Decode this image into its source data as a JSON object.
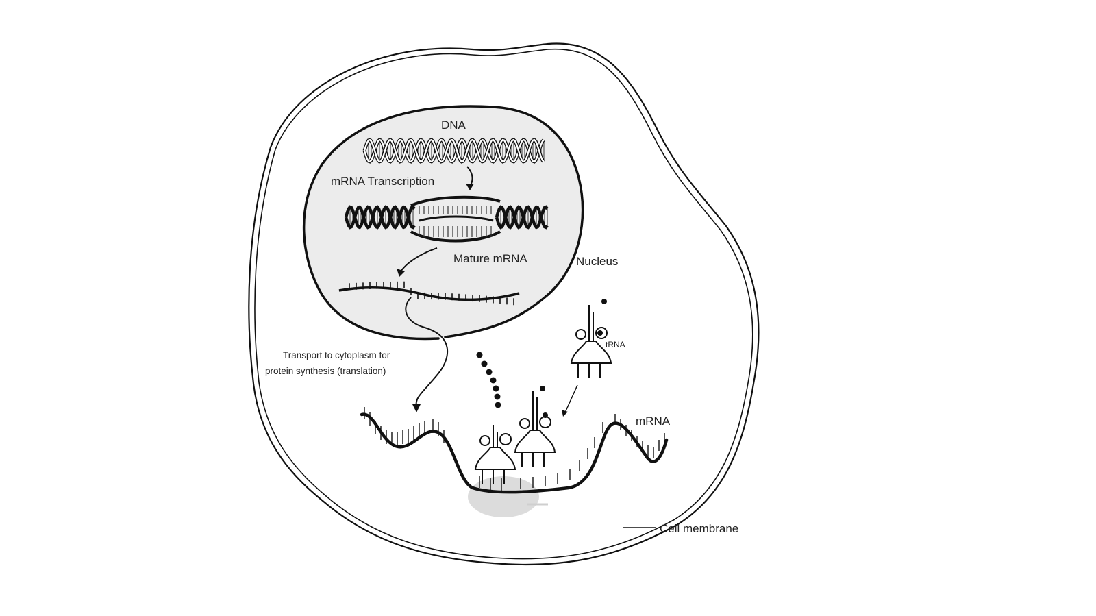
{
  "diagram": {
    "labels": {
      "dna": "DNA",
      "transcription": "mRNA Transcription",
      "mature_mrna": "Mature mRNA",
      "nucleus": "Nucleus",
      "transport_line1": "Transport to cytoplasm for",
      "transport_line2": "protein synthesis (translation)",
      "trna": "tRNA",
      "mrna": "mRNA",
      "cell_membrane": "Cell membrane"
    },
    "colors": {
      "ink": "#111111",
      "nucleus_fill": "#ececec",
      "ribosome": "#d6d6d6",
      "background": "#ffffff"
    }
  }
}
